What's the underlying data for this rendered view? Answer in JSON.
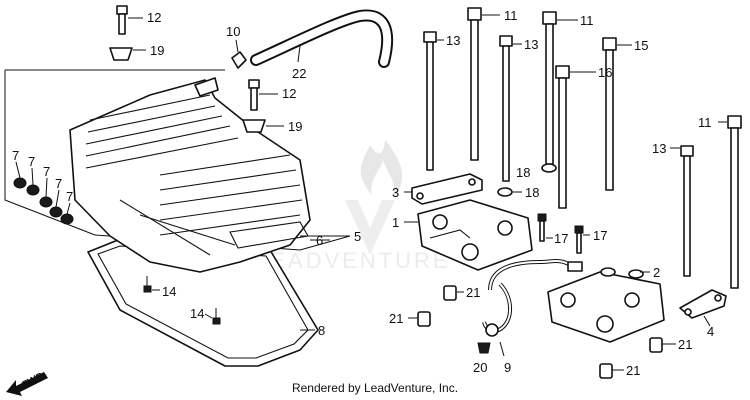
{
  "watermark": "LEADVENTURE",
  "footer": "Rendered by LeadVenture, Inc.",
  "direction_label": "FWD",
  "callouts": {
    "c1": "1",
    "c2": "2",
    "c3": "3",
    "c4": "4",
    "c5": "5",
    "c6": "6",
    "c7": "7",
    "c8": "8",
    "c9": "9",
    "c10": "10",
    "c11": "11",
    "c12": "12",
    "c13": "13",
    "c14": "14",
    "c15": "15",
    "c16": "16",
    "c17": "17",
    "c18": "18",
    "c19": "19",
    "c20": "20",
    "c21": "21",
    "c22": "22"
  }
}
